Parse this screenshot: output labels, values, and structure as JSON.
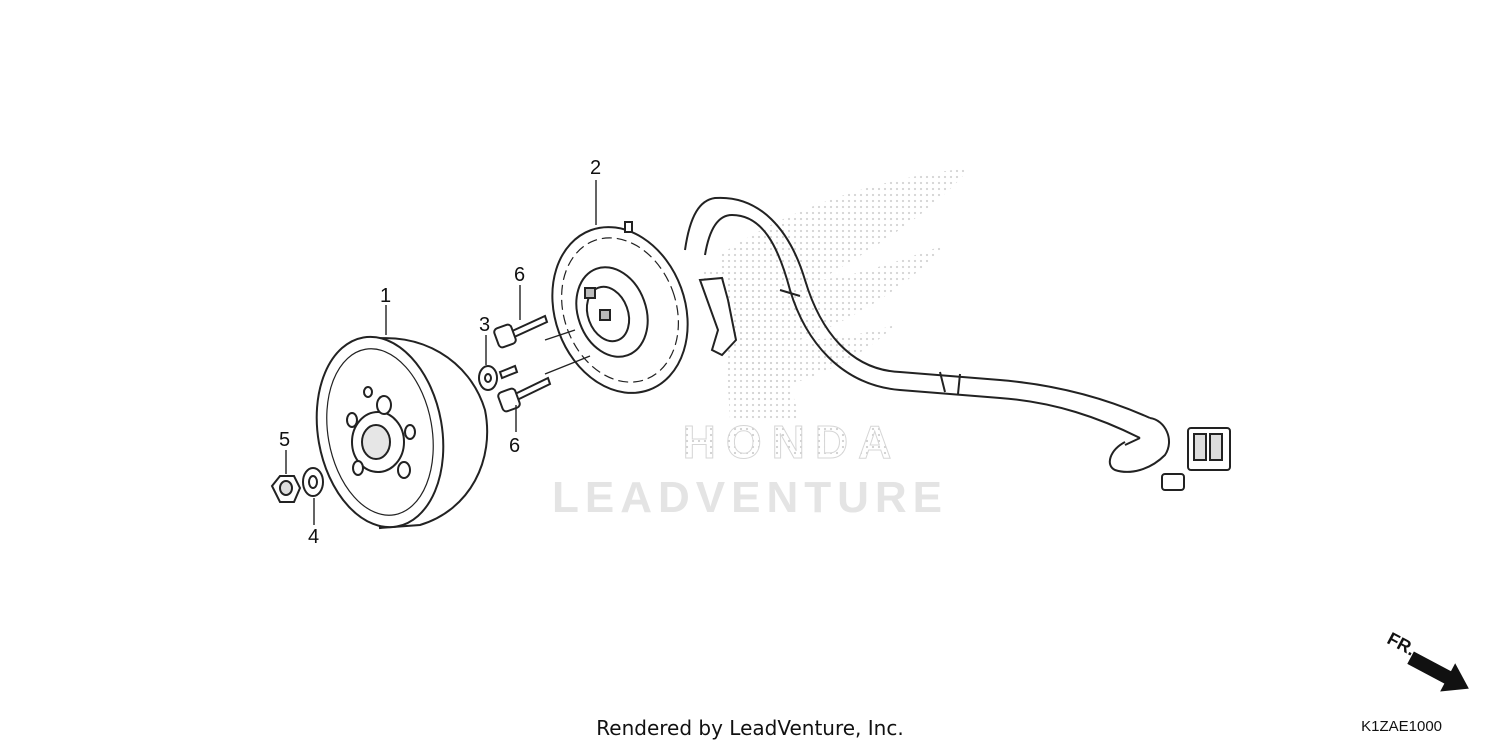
{
  "diagram": {
    "callouts": [
      "1",
      "2",
      "3",
      "4",
      "5",
      "6",
      "6"
    ],
    "direction_label": "FR.",
    "diagram_code": "K1ZAE1000"
  },
  "watermark": {
    "brand": "HONDA",
    "vendor": "LEADVENTURE"
  },
  "footer": {
    "credit": "Rendered by LeadVenture, Inc."
  }
}
